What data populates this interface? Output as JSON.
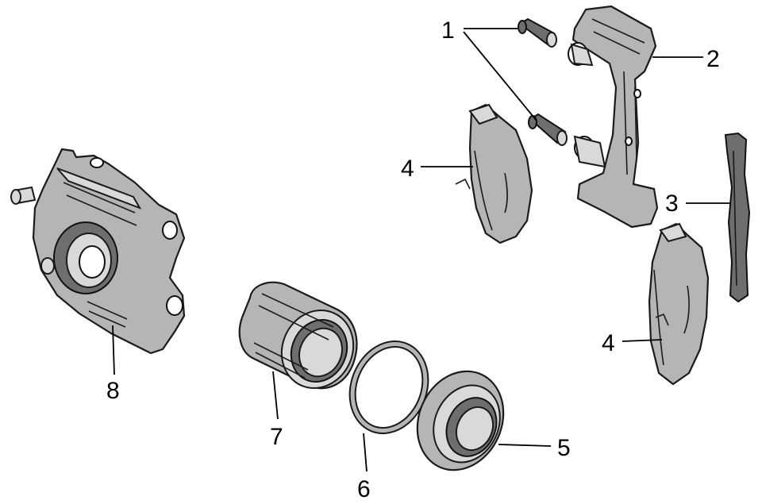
{
  "callouts": [
    {
      "id": "1",
      "label": "1"
    },
    {
      "id": "2",
      "label": "2"
    },
    {
      "id": "3",
      "label": "3"
    },
    {
      "id": "4a",
      "label": "4"
    },
    {
      "id": "4b",
      "label": "4"
    },
    {
      "id": "5",
      "label": "5"
    },
    {
      "id": "6",
      "label": "6"
    },
    {
      "id": "7",
      "label": "7"
    },
    {
      "id": "8",
      "label": "8"
    }
  ],
  "colors": {
    "part_fill": "#b5b5b5",
    "outline": "#1a1a1a",
    "background": "#ffffff"
  }
}
